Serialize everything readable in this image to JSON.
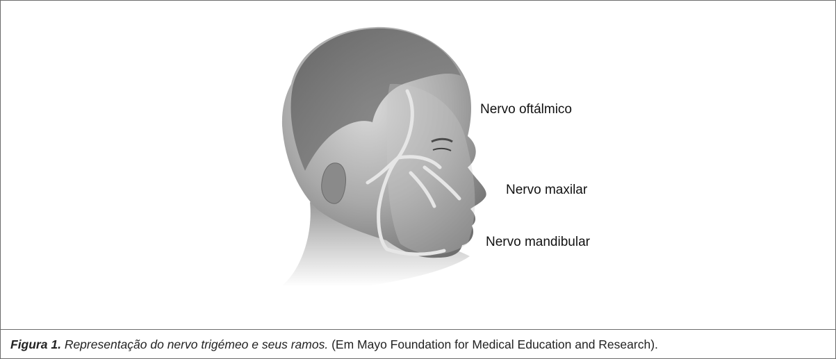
{
  "figure": {
    "labels": {
      "ophthalmic": "Nervo oftálmico",
      "maxillary": "Nervo maxilar",
      "mandibular": "Nervo mandibular"
    },
    "caption": {
      "number": "Figura 1.",
      "title": "Representação do nervo trigémeo e seus ramos.",
      "source": "(Em Mayo Foundation for Medical Education and Research)."
    }
  }
}
